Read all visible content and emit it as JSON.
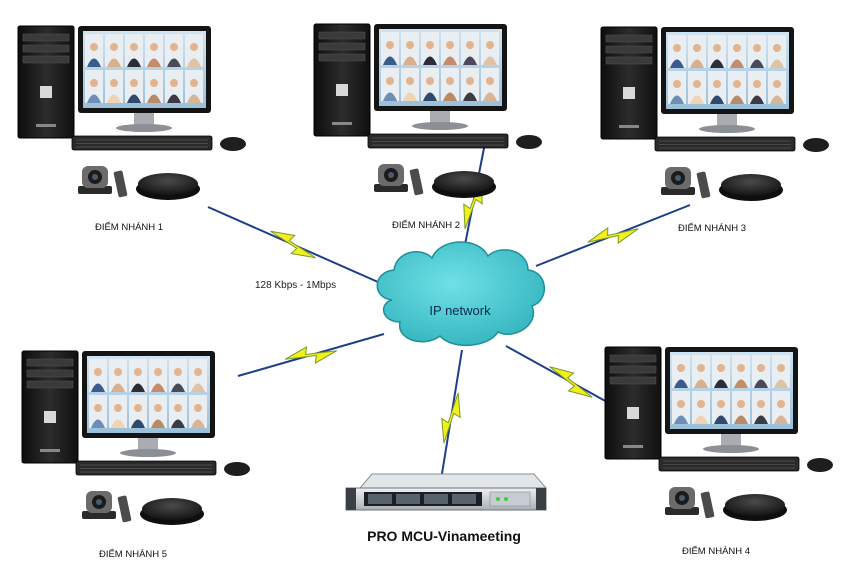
{
  "network": {
    "cloud_label": "IP network",
    "bandwidth_label": "128 Kbps - 1Mbps"
  },
  "server": {
    "label": "PRO MCU-Vinameeting"
  },
  "branches": [
    {
      "label": "ĐIỂM NHÁNH 1"
    },
    {
      "label": "ĐIỂM NHÁNH 2"
    },
    {
      "label": "ĐIỂM NHÁNH 3"
    },
    {
      "label": "ĐIỂM NHÁNH 4"
    },
    {
      "label": "ĐIỂM NHÁNH 5"
    }
  ],
  "colors": {
    "cloud_fill": "#3fc4cc",
    "cloud_edge": "#1f8f9a",
    "link_line": "#1d3f8a",
    "lightning": "#f3ef1a",
    "lightning_edge": "#7a9a2a",
    "tower": "#1c1c1c",
    "monitor_bezel": "#141414",
    "server_body": "#cfd3d8"
  },
  "icons": {
    "cloud": "cloud-icon",
    "workstation": "desktop-computer-icon",
    "camera": "ptz-camera-icon",
    "remote": "remote-control-icon",
    "speaker": "conference-speakerphone-icon",
    "server": "rack-server-icon",
    "link": "lightning-link-icon"
  }
}
